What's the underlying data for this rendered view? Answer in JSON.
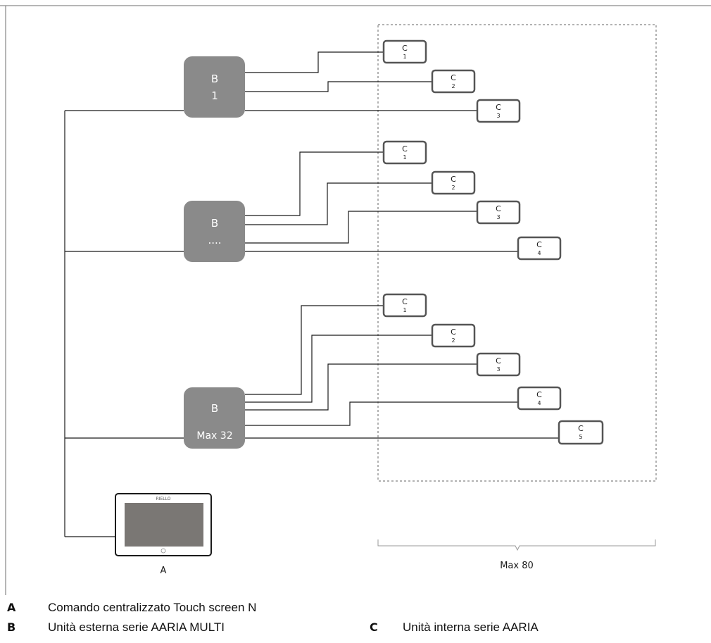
{
  "outdoor_units": [
    {
      "line1": "B",
      "line2": "1"
    },
    {
      "line1": "B",
      "line2": "...."
    },
    {
      "line1": "B",
      "line2": "Max 32"
    }
  ],
  "indoor_units": {
    "letter": "C",
    "groups": [
      [
        "1",
        "2",
        "3"
      ],
      [
        "1",
        "2",
        "3",
        "4"
      ],
      [
        "1",
        "2",
        "3",
        "4",
        "5"
      ]
    ]
  },
  "touch_panel": {
    "brand": "RIELLO",
    "label": "A"
  },
  "max_label": "Max 80",
  "legend": [
    {
      "key": "A",
      "text": "Comando centralizzato Touch screen N"
    },
    {
      "key": "B",
      "text": "Unità esterna serie AARIA MULTI"
    },
    {
      "key": "C",
      "text": "Unità interna serie AARIA"
    }
  ]
}
